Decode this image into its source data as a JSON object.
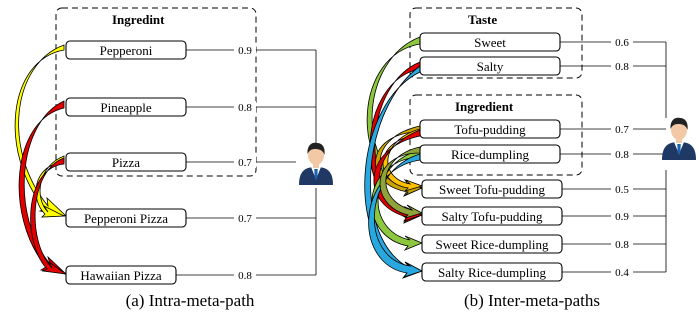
{
  "colors": {
    "yellow": "#ffff00",
    "red": "#e00000",
    "green": "#8dc63f",
    "olive": "#8ea33a",
    "gold": "#c8a200",
    "orange": "#ffc000",
    "blue": "#29a8e0",
    "suit": "#1f3864",
    "skin": "#f2c9a4",
    "hair": "#222222"
  },
  "left": {
    "group_label": "Ingredint",
    "nodes": [
      {
        "label": "Pepperoni",
        "weight": "0.9"
      },
      {
        "label": "Pineapple",
        "weight": "0.8"
      },
      {
        "label": "Pizza",
        "weight": "0.7"
      },
      {
        "label": "Pepperoni Pizza",
        "weight": "0.7"
      },
      {
        "label": "Hawaiian Pizza",
        "weight": "0.8"
      }
    ],
    "caption": "(a) Intra-meta-path"
  },
  "right": {
    "group_labels": [
      "Taste",
      "Ingredient"
    ],
    "nodes": [
      {
        "label": "Sweet",
        "weight": "0.6"
      },
      {
        "label": "Salty",
        "weight": "0.8"
      },
      {
        "label": "Tofu-pudding",
        "weight": "0.7"
      },
      {
        "label": "Rice-dumpling",
        "weight": "0.8"
      },
      {
        "label": "Sweet Tofu-pudding",
        "weight": "0.5"
      },
      {
        "label": "Salty Tofu-pudding",
        "weight": "0.9"
      },
      {
        "label": "Sweet Rice-dumpling",
        "weight": "0.8"
      },
      {
        "label": "Salty Rice-dumpling",
        "weight": "0.4"
      }
    ],
    "caption": "(b) Inter-meta-paths"
  }
}
